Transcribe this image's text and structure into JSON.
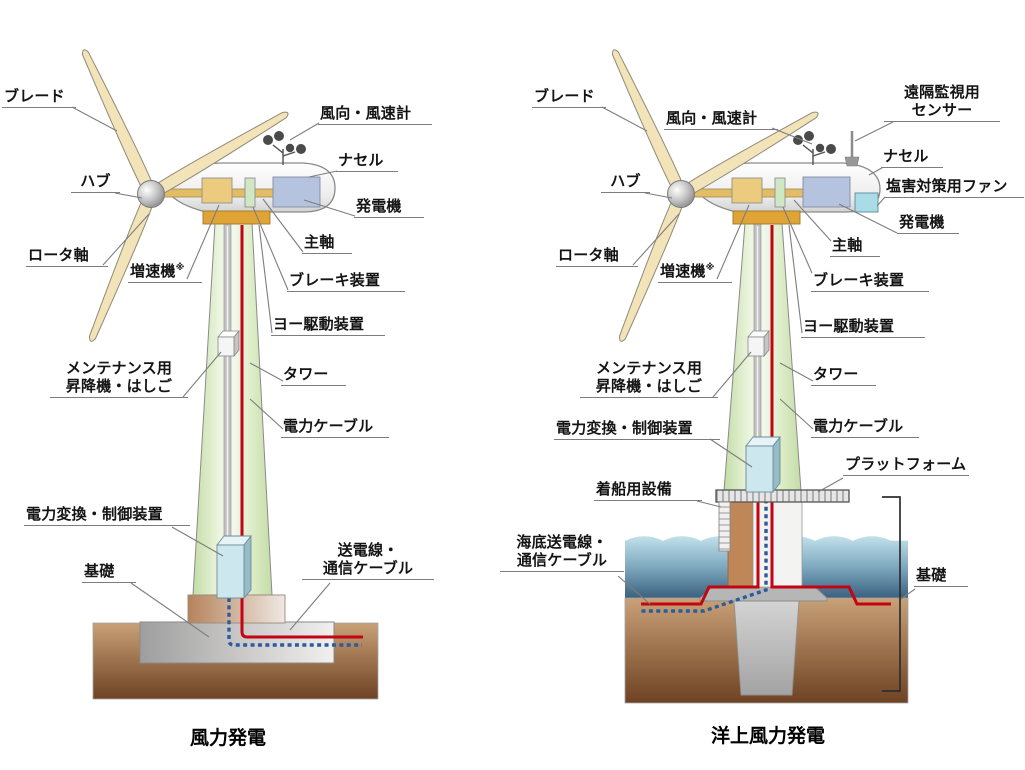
{
  "figure_type": "wind-turbine-structure-diagram",
  "left": {
    "caption": "風力発電",
    "labels": {
      "blade": "ブレード",
      "hub": "ハブ",
      "rotor_shaft": "ロータ軸",
      "gearbox": "増速機",
      "gearbox_note": "※",
      "anemometer": "風向・風速計",
      "nacelle": "ナセル",
      "generator": "発電機",
      "main_shaft": "主軸",
      "brake": "ブレーキ装置",
      "yaw_drive": "ヨー駆動装置",
      "maintenance_1": "メンテナンス用",
      "maintenance_2": "昇降機・はしご",
      "tower": "タワー",
      "power_cable": "電力ケーブル",
      "power_converter": "電力変換・制御装置",
      "foundation": "基礎",
      "transmission_1": "送電線・",
      "transmission_2": "通信ケーブル"
    }
  },
  "right": {
    "caption": "洋上風力発電",
    "labels": {
      "blade": "ブレード",
      "hub": "ハブ",
      "rotor_shaft": "ロータ軸",
      "gearbox": "増速機",
      "gearbox_note": "※",
      "anemometer": "風向・風速計",
      "remote_sensor_1": "遠隔監視用",
      "remote_sensor_2": "センサー",
      "nacelle": "ナセル",
      "salt_fan": "塩害対策用ファン",
      "generator": "発電機",
      "main_shaft": "主軸",
      "brake": "ブレーキ装置",
      "yaw_drive": "ヨー駆動装置",
      "maintenance_1": "メンテナンス用",
      "maintenance_2": "昇降機・はしご",
      "tower": "タワー",
      "power_cable": "電力ケーブル",
      "power_converter": "電力変換・制御装置",
      "platform": "プラットフォーム",
      "docking": "着船用設備",
      "submarine_1": "海底送電線・",
      "submarine_2": "通信ケーブル",
      "foundation": "基礎"
    }
  },
  "colors": {
    "blade": "#f2e3b8",
    "tower_green": "#dcedc8",
    "cable_red": "#c20413",
    "cable_blue": "#2b5c9b",
    "yaw_gold": "#dfa435",
    "generator_blue": "#b5c3de",
    "water_deep": "#3a617f",
    "ground_brown": "#6e4223",
    "converter_cyan": "#cde7ee"
  }
}
